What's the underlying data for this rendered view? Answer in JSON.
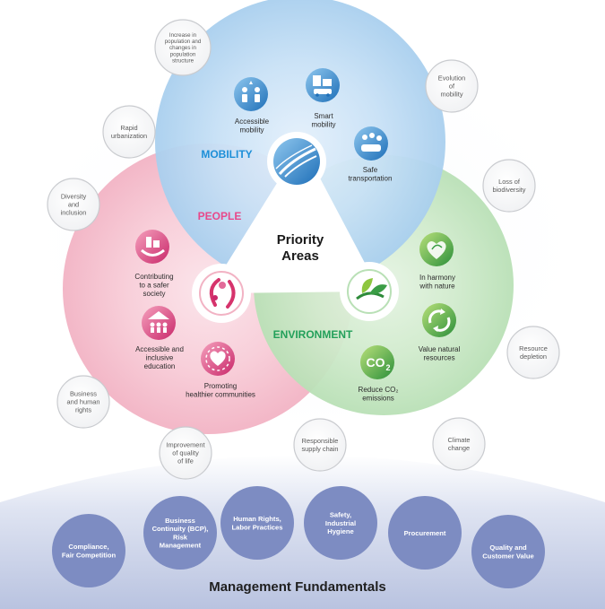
{
  "center": {
    "title": [
      "Priority",
      "Areas"
    ]
  },
  "sections": {
    "mobility": {
      "label": "MOBILITY",
      "color": "#1d8fd8",
      "fill": "#bcdcf5"
    },
    "people": {
      "label": "PEOPLE",
      "color": "#e8488a",
      "fill": "#f7c6d4"
    },
    "environment": {
      "label": "ENVIRONMENT",
      "color": "#23a05a",
      "fill": "#c9e8c9"
    }
  },
  "items": {
    "accessible_mobility": {
      "label": [
        "Accessible",
        "mobility"
      ],
      "icon": "people-transit-icon"
    },
    "smart_mobility": {
      "label": [
        "Smart",
        "mobility"
      ],
      "icon": "smart-car-icon"
    },
    "safe_transportation": {
      "label": [
        "Safe",
        "transportation"
      ],
      "icon": "family-car-icon"
    },
    "safer_society": {
      "label": [
        "Contributing",
        "to a safer",
        "society"
      ],
      "icon": "hand-city-icon"
    },
    "inclusive_education": {
      "label": [
        "Accessible and",
        "inclusive",
        "education"
      ],
      "icon": "school-icon"
    },
    "healthier_communities": {
      "label": [
        "Promoting",
        "healthier communities"
      ],
      "icon": "heart-circle-icon"
    },
    "harmony_nature": {
      "label": [
        "In harmony",
        "with nature"
      ],
      "icon": "leaf-heart-icon"
    },
    "natural_resources": {
      "label": [
        "Value natural",
        "resources"
      ],
      "icon": "recycle-icon"
    },
    "reduce_co2": {
      "label": [
        "Reduce CO₂",
        "emissions"
      ],
      "icon": "co2-icon"
    }
  },
  "issues": [
    {
      "id": "population",
      "label": [
        "Increase in",
        "population and",
        "changes in",
        "population",
        "structure"
      ]
    },
    {
      "id": "mobility-evolution",
      "label": [
        "Evolution",
        "of",
        "mobility"
      ]
    },
    {
      "id": "urbanization",
      "label": [
        "Rapid",
        "urbanization"
      ]
    },
    {
      "id": "biodiversity",
      "label": [
        "Loss of",
        "biodiversity"
      ]
    },
    {
      "id": "diversity",
      "label": [
        "Diversity",
        "and",
        "inclusion"
      ]
    },
    {
      "id": "resource-depletion",
      "label": [
        "Resource",
        "depletion"
      ]
    },
    {
      "id": "human-rights",
      "label": [
        "Business",
        "and human",
        "rights"
      ]
    },
    {
      "id": "quality-of-life",
      "label": [
        "Improvement",
        "of quality",
        "of life"
      ]
    },
    {
      "id": "supply-chain",
      "label": [
        "Responsible",
        "supply chain"
      ]
    },
    {
      "id": "climate",
      "label": [
        "Climate",
        "change"
      ]
    }
  ],
  "fundamentals": {
    "title": "Management Fundamentals",
    "color": "#7d8cc2",
    "items": [
      {
        "id": "compliance",
        "label": [
          "Compliance,",
          "Fair Competition"
        ]
      },
      {
        "id": "bcp",
        "label": [
          "Business",
          "Continuity (BCP),",
          "Risk",
          "Management"
        ]
      },
      {
        "id": "human-rights-labor",
        "label": [
          "Human Rights,",
          "Labor Practices"
        ]
      },
      {
        "id": "safety",
        "label": [
          "Safety,",
          "Industrial",
          "Hygiene"
        ]
      },
      {
        "id": "procurement",
        "label": [
          "Procurement"
        ]
      },
      {
        "id": "quality",
        "label": [
          "Quality and",
          "Customer Value"
        ]
      }
    ]
  }
}
